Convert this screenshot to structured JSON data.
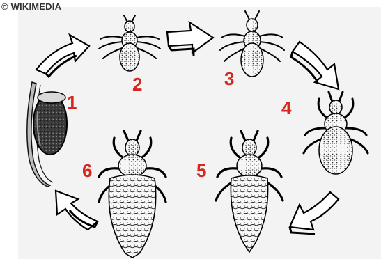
{
  "credit": "© WIKIMEDIA",
  "stages": [
    {
      "label": "1",
      "subject": "nit on hair shaft"
    },
    {
      "label": "2",
      "subject": "nymph"
    },
    {
      "label": "3",
      "subject": "nymph"
    },
    {
      "label": "4",
      "subject": "nymph"
    },
    {
      "label": "5",
      "subject": "adult male"
    },
    {
      "label": "6",
      "subject": "adult female"
    }
  ],
  "colors": {
    "label": "#d6261d",
    "ink": "#111111",
    "panel": "#f3f3f3"
  }
}
